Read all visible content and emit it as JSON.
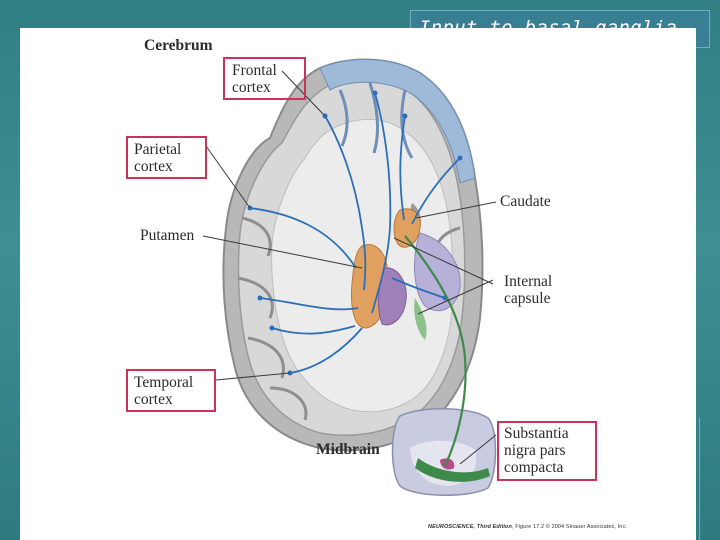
{
  "slide": {
    "title": "Input to basal ganglia"
  },
  "figure": {
    "heading_cerebrum": "Cerebrum",
    "heading_midbrain": "Midbrain",
    "frontal_line1": "Frontal",
    "frontal_line2": "cortex",
    "parietal_line1": "Parietal",
    "parietal_line2": "cortex",
    "putamen": "Putamen",
    "temporal_line1": "Temporal",
    "temporal_line2": "cortex",
    "caudate": "Caudate",
    "internal_line1": "Internal",
    "internal_line2": "capsule",
    "sn_line1": "Substantia",
    "sn_line2": "nigra pars",
    "sn_line3": "compacta",
    "credit_book": "NEUROSCIENCE, Third Edition",
    "credit_rest": ", Figure 17.2  © 2004 Sinauer Associates, Inc."
  },
  "colors": {
    "highlight_box": "#c9345c",
    "pathway_blue": "#2c6fb8",
    "pathway_green": "#3e8a4a",
    "caudate_putamen": "#e0a060",
    "cortex_blue": "#9fb9d9"
  }
}
